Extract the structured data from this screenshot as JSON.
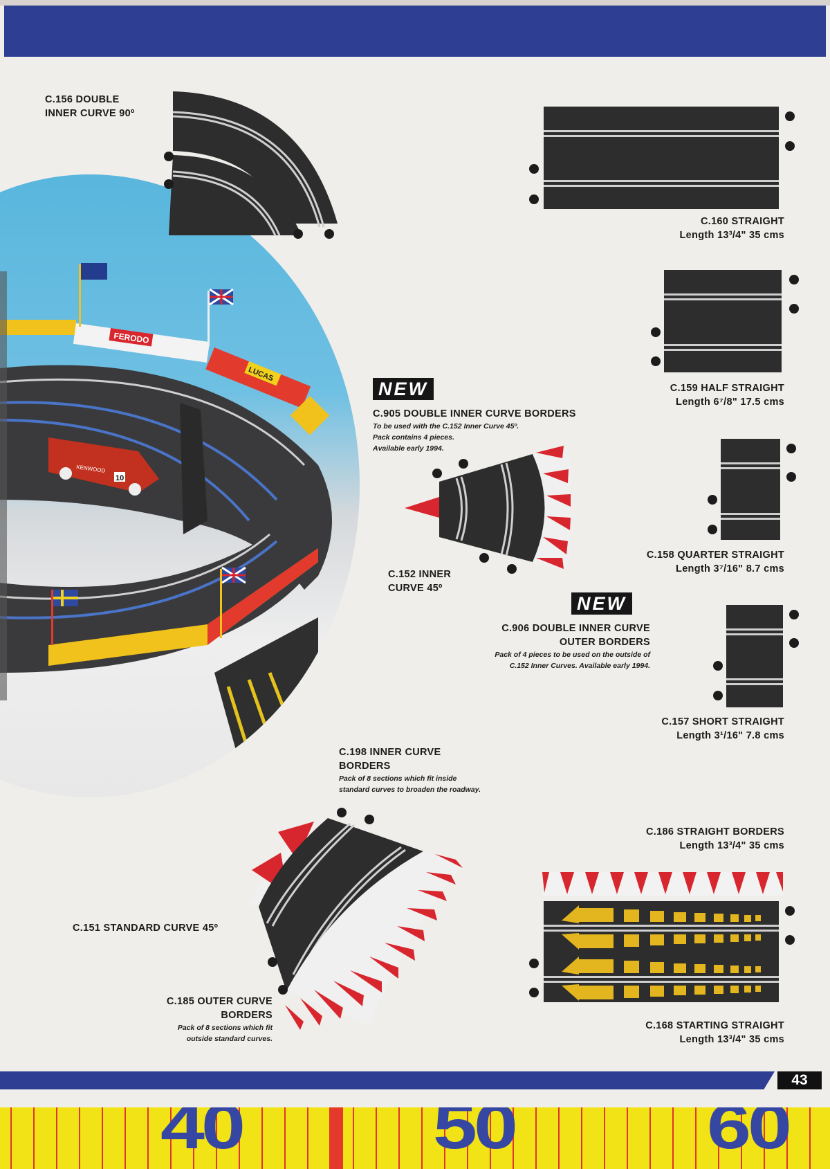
{
  "page": {
    "number": "43",
    "ruler_numbers": [
      "40",
      "50",
      "60"
    ],
    "colors": {
      "band_blue": "#2e3f93",
      "track_black": "#2b2b2b",
      "rail_silver": "#c9c9c9",
      "border_red": "#d8262e",
      "ruler_yellow": "#f1e316",
      "ruler_red": "#e0362c",
      "ruler_digits": "#3646a3"
    }
  },
  "photo": {
    "signs": [
      "FERODO",
      "LUCAS"
    ],
    "car_number": "10",
    "car_sponsor": "KENWOOD"
  },
  "products": {
    "c156": {
      "title_line1": "C.156 DOUBLE",
      "title_line2": "INNER CURVE 90º"
    },
    "c160": {
      "title": "C.160 STRAIGHT",
      "length": "Length 13³/4\" 35 cms"
    },
    "c159": {
      "title": "C.159 HALF STRAIGHT",
      "length": "Length 6⁷/8\" 17.5 cms"
    },
    "c905": {
      "badge": "NEW",
      "title": "C.905 DOUBLE INNER CURVE BORDERS",
      "note1": "To be used with the C.152 Inner Curve 45º.",
      "note2": "Pack contains 4 pieces.",
      "note3": "Available early 1994."
    },
    "c152": {
      "title_line1": "C.152 INNER",
      "title_line2": "CURVE 45º"
    },
    "c158": {
      "title": "C.158 QUARTER STRAIGHT",
      "length": "Length 3⁷/16\" 8.7 cms"
    },
    "c906": {
      "badge": "NEW",
      "title_line1": "C.906 DOUBLE INNER CURVE",
      "title_line2": "OUTER BORDERS",
      "note1": "Pack of 4 pieces to be used on the outside of",
      "note2": "C.152 Inner Curves. Available early 1994."
    },
    "c157": {
      "title": "C.157 SHORT STRAIGHT",
      "length": "Length 3¹/16\" 7.8 cms"
    },
    "c198": {
      "title_line1": "C.198 INNER CURVE",
      "title_line2": "BORDERS",
      "note1": "Pack of 8 sections which fit inside",
      "note2": "standard curves to broaden the roadway."
    },
    "c186": {
      "title": "C.186 STRAIGHT BORDERS",
      "length": "Length 13³/4\" 35 cms"
    },
    "c151": {
      "title": "C.151 STANDARD CURVE 45º"
    },
    "c185": {
      "title_line1": "C.185 OUTER CURVE",
      "title_line2": "BORDERS",
      "note1": "Pack of 8 sections which fit",
      "note2": "outside standard curves."
    },
    "c168": {
      "title": "C.168 STARTING STRAIGHT",
      "length": "Length 13³/4\" 35 cms"
    }
  }
}
